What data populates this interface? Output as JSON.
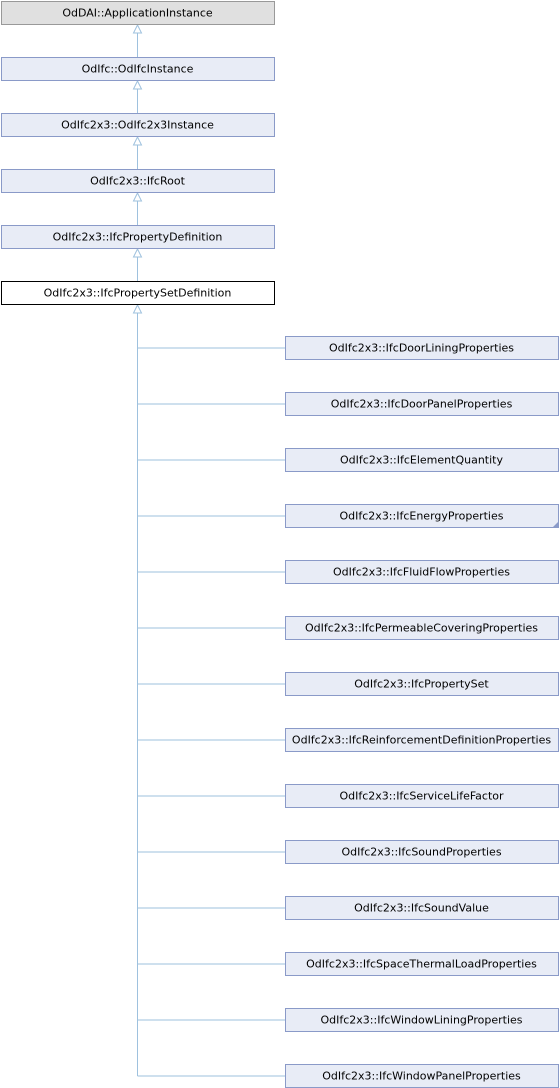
{
  "diagram": {
    "ancestors": [
      {
        "label": "OdDAI::ApplicationInstance",
        "kind": "grey"
      },
      {
        "label": "OdIfc::OdIfcInstance",
        "kind": "normal"
      },
      {
        "label": "OdIfc2x3::OdIfc2x3Instance",
        "kind": "normal"
      },
      {
        "label": "OdIfc2x3::IfcRoot",
        "kind": "normal"
      },
      {
        "label": "OdIfc2x3::IfcPropertyDefinition",
        "kind": "normal"
      }
    ],
    "focus": {
      "label": "OdIfc2x3::IfcPropertySetDefinition"
    },
    "children": [
      {
        "label": "OdIfc2x3::IfcDoorLiningProperties"
      },
      {
        "label": "OdIfc2x3::IfcDoorPanelProperties"
      },
      {
        "label": "OdIfc2x3::IfcElementQuantity"
      },
      {
        "label": "OdIfc2x3::IfcEnergyProperties",
        "has_more": true
      },
      {
        "label": "OdIfc2x3::IfcFluidFlowProperties"
      },
      {
        "label": "OdIfc2x3::IfcPermeableCoveringProperties"
      },
      {
        "label": "OdIfc2x3::IfcPropertySet"
      },
      {
        "label": "OdIfc2x3::IfcReinforcementDefinitionProperties"
      },
      {
        "label": "OdIfc2x3::IfcServiceLifeFactor"
      },
      {
        "label": "OdIfc2x3::IfcSoundProperties"
      },
      {
        "label": "OdIfc2x3::IfcSoundValue"
      },
      {
        "label": "OdIfc2x3::IfcSpaceThermalLoadProperties"
      },
      {
        "label": "OdIfc2x3::IfcWindowLiningProperties"
      },
      {
        "label": "OdIfc2x3::IfcWindowPanelProperties"
      }
    ],
    "colors": {
      "node_fill": "#e8ecf6",
      "node_border": "#8a9ac8",
      "grey_fill": "#e0e0e0",
      "grey_border": "#999999",
      "focus_fill": "#ffffff",
      "focus_border": "#000000",
      "edge": "#9ec1de"
    }
  }
}
